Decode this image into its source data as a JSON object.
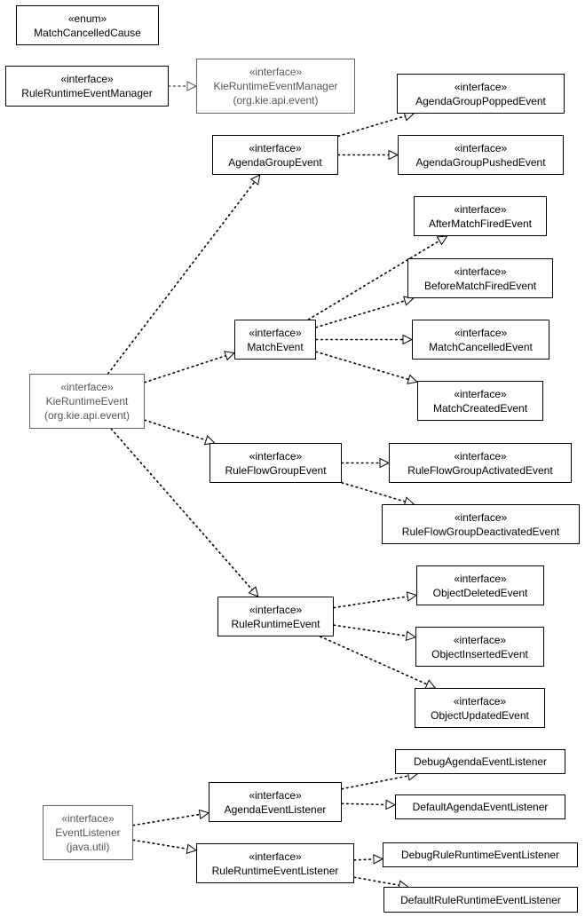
{
  "nodes": {
    "match_cancelled_cause": {
      "stereotype": "«enum»",
      "name": "MatchCancelledCause"
    },
    "rule_runtime_event_manager": {
      "stereotype": "«interface»",
      "name": "RuleRuntimeEventManager"
    },
    "kie_runtime_event_manager": {
      "stereotype": "«interface»",
      "name": "KieRuntimeEventManager",
      "package": "(org.kie.api.event)"
    },
    "agenda_group_popped_event": {
      "stereotype": "«interface»",
      "name": "AgendaGroupPoppedEvent"
    },
    "agenda_group_event": {
      "stereotype": "«interface»",
      "name": "AgendaGroupEvent"
    },
    "agenda_group_pushed_event": {
      "stereotype": "«interface»",
      "name": "AgendaGroupPushedEvent"
    },
    "after_match_fired_event": {
      "stereotype": "«interface»",
      "name": "AfterMatchFiredEvent"
    },
    "before_match_fired_event": {
      "stereotype": "«interface»",
      "name": "BeforeMatchFiredEvent"
    },
    "match_event": {
      "stereotype": "«interface»",
      "name": "MatchEvent"
    },
    "match_cancelled_event": {
      "stereotype": "«interface»",
      "name": "MatchCancelledEvent"
    },
    "match_created_event": {
      "stereotype": "«interface»",
      "name": "MatchCreatedEvent"
    },
    "kie_runtime_event": {
      "stereotype": "«interface»",
      "name": "KieRuntimeEvent",
      "package": "(org.kie.api.event)"
    },
    "rule_flow_group_event": {
      "stereotype": "«interface»",
      "name": "RuleFlowGroupEvent"
    },
    "rule_flow_group_activated_event": {
      "stereotype": "«interface»",
      "name": "RuleFlowGroupActivatedEvent"
    },
    "rule_flow_group_deactivated_event": {
      "stereotype": "«interface»",
      "name": "RuleFlowGroupDeactivatedEvent"
    },
    "object_deleted_event": {
      "stereotype": "«interface»",
      "name": "ObjectDeletedEvent"
    },
    "rule_runtime_event": {
      "stereotype": "«interface»",
      "name": "RuleRuntimeEvent"
    },
    "object_inserted_event": {
      "stereotype": "«interface»",
      "name": "ObjectInsertedEvent"
    },
    "object_updated_event": {
      "stereotype": "«interface»",
      "name": "ObjectUpdatedEvent"
    },
    "debug_agenda_event_listener": {
      "name": "DebugAgendaEventListener"
    },
    "agenda_event_listener": {
      "stereotype": "«interface»",
      "name": "AgendaEventListener"
    },
    "default_agenda_event_listener": {
      "name": "DefaultAgendaEventListener"
    },
    "event_listener": {
      "stereotype": "«interface»",
      "name": "EventListener",
      "package": "(java.util)"
    },
    "debug_rule_runtime_event_listener": {
      "name": "DebugRuleRuntimeEventListener"
    },
    "rule_runtime_event_listener": {
      "stereotype": "«interface»",
      "name": "RuleRuntimeEventListener"
    },
    "default_rule_runtime_event_listener": {
      "name": "DefaultRuleRuntimeEventListener"
    }
  },
  "edges": [
    {
      "from": "rule_runtime_event_manager",
      "to": "kie_runtime_event_manager"
    },
    {
      "from": "agenda_group_event",
      "to": "agenda_group_popped_event"
    },
    {
      "from": "agenda_group_event",
      "to": "agenda_group_pushed_event"
    },
    {
      "from": "kie_runtime_event",
      "to": "agenda_group_event"
    },
    {
      "from": "match_event",
      "to": "after_match_fired_event"
    },
    {
      "from": "match_event",
      "to": "before_match_fired_event"
    },
    {
      "from": "match_event",
      "to": "match_cancelled_event"
    },
    {
      "from": "match_event",
      "to": "match_created_event"
    },
    {
      "from": "kie_runtime_event",
      "to": "match_event"
    },
    {
      "from": "kie_runtime_event",
      "to": "rule_flow_group_event"
    },
    {
      "from": "rule_flow_group_event",
      "to": "rule_flow_group_activated_event"
    },
    {
      "from": "rule_flow_group_event",
      "to": "rule_flow_group_deactivated_event"
    },
    {
      "from": "kie_runtime_event",
      "to": "rule_runtime_event"
    },
    {
      "from": "rule_runtime_event",
      "to": "object_deleted_event"
    },
    {
      "from": "rule_runtime_event",
      "to": "object_inserted_event"
    },
    {
      "from": "rule_runtime_event",
      "to": "object_updated_event"
    },
    {
      "from": "agenda_event_listener",
      "to": "debug_agenda_event_listener"
    },
    {
      "from": "agenda_event_listener",
      "to": "default_agenda_event_listener"
    },
    {
      "from": "event_listener",
      "to": "agenda_event_listener"
    },
    {
      "from": "event_listener",
      "to": "rule_runtime_event_listener"
    },
    {
      "from": "rule_runtime_event_listener",
      "to": "debug_rule_runtime_event_listener"
    },
    {
      "from": "rule_runtime_event_listener",
      "to": "default_rule_runtime_event_listener"
    }
  ]
}
